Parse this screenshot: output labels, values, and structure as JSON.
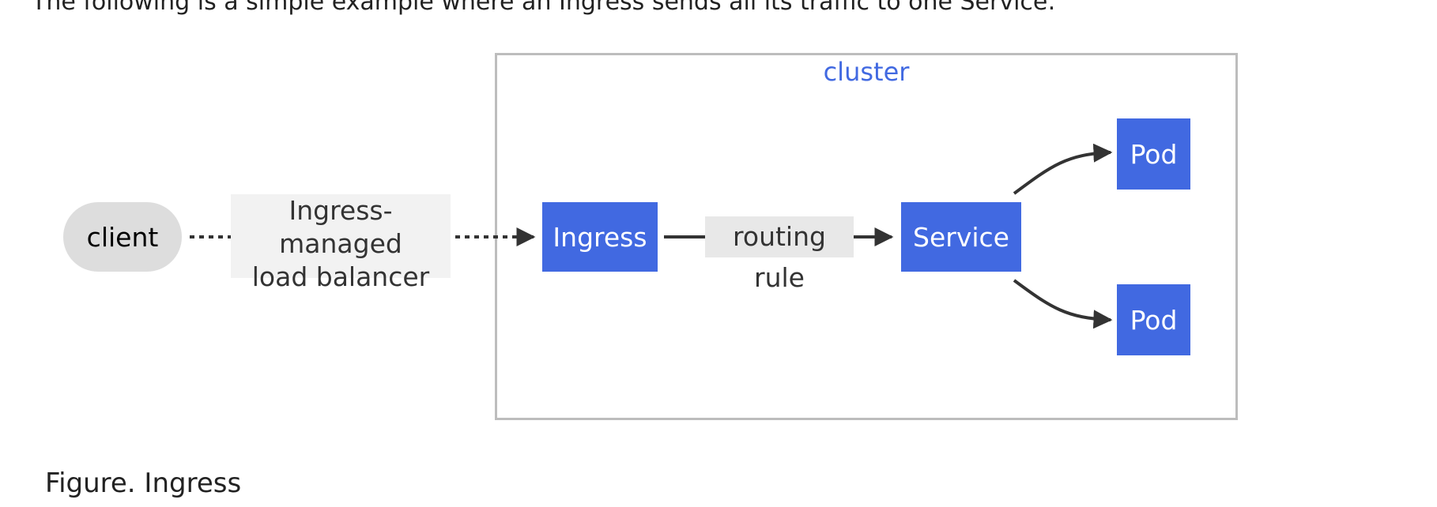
{
  "intro_text": "The following is a simple example where an Ingress sends all its traffic to one Service:",
  "cluster": {
    "label": "cluster"
  },
  "nodes": {
    "client": "client",
    "ingress": "Ingress",
    "service": "Service",
    "pod_top": "Pod",
    "pod_bottom": "Pod"
  },
  "edges": {
    "lb_line1": "Ingress-managed",
    "lb_line2": "load balancer",
    "routing": "routing rule"
  },
  "caption": "Figure. Ingress",
  "colors": {
    "node": "#4169e1",
    "client": "#dddddd",
    "cluster_border": "#bdbdbd",
    "edge": "#333333"
  }
}
